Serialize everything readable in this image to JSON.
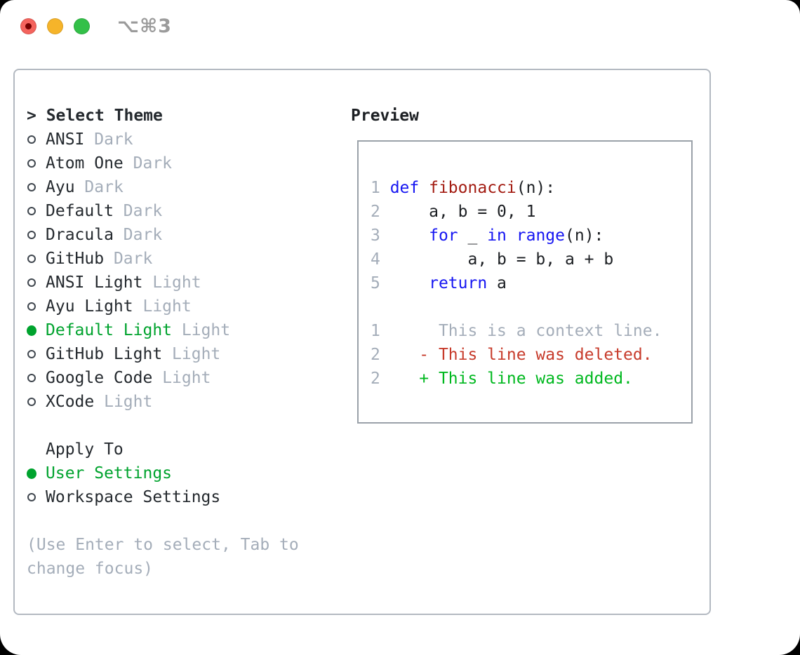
{
  "titlebar": {
    "shortcut": "⌥⌘3",
    "buttons": [
      {
        "name": "close",
        "color": "#f4635d",
        "has_dot": true,
        "dot_color": "#750000"
      },
      {
        "name": "minimize",
        "color": "#f6b42a",
        "has_dot": false
      },
      {
        "name": "zoom",
        "color": "#33c048",
        "has_dot": false
      }
    ]
  },
  "colors": {
    "accent_green": "#00a32e",
    "keyword_blue": "#1616f2",
    "function_red": "#a31c12",
    "deleted_red": "#c73b2b",
    "added_green": "#00b81f",
    "muted_gray": "#a4adb9",
    "text_dark": "#24292e"
  },
  "theme_selector": {
    "header_prefix": ">",
    "header": "Select Theme",
    "items": [
      {
        "name": "ANSI",
        "variant": "Dark",
        "selected": false
      },
      {
        "name": "Atom One",
        "variant": "Dark",
        "selected": false
      },
      {
        "name": "Ayu",
        "variant": "Dark",
        "selected": false
      },
      {
        "name": "Default",
        "variant": "Dark",
        "selected": false
      },
      {
        "name": "Dracula",
        "variant": "Dark",
        "selected": false
      },
      {
        "name": "GitHub",
        "variant": "Dark",
        "selected": false
      },
      {
        "name": "ANSI Light",
        "variant": "Light",
        "selected": false
      },
      {
        "name": "Ayu Light",
        "variant": "Light",
        "selected": false
      },
      {
        "name": "Default Light",
        "variant": "Light",
        "selected": true
      },
      {
        "name": "GitHub Light",
        "variant": "Light",
        "selected": false
      },
      {
        "name": "Google Code",
        "variant": "Light",
        "selected": false
      },
      {
        "name": "XCode",
        "variant": "Light",
        "selected": false
      }
    ]
  },
  "apply_to": {
    "header": "Apply To",
    "items": [
      {
        "label": "User Settings",
        "selected": true
      },
      {
        "label": "Workspace Settings",
        "selected": false
      }
    ]
  },
  "hint_lines": [
    "(Use Enter to select, Tab to",
    "change focus)"
  ],
  "preview": {
    "title": "Preview",
    "code_lines": [
      {
        "num": "1",
        "segments": [
          {
            "text": "def",
            "cls": "kw"
          },
          {
            "text": " ",
            "cls": "pl"
          },
          {
            "text": "fibonacci",
            "cls": "fn"
          },
          {
            "text": "(n):",
            "cls": "pl"
          }
        ]
      },
      {
        "num": "2",
        "segments": [
          {
            "text": "    a, b = 0, 1",
            "cls": "pl"
          }
        ]
      },
      {
        "num": "3",
        "segments": [
          {
            "text": "    ",
            "cls": "pl"
          },
          {
            "text": "for",
            "cls": "kw"
          },
          {
            "text": " _ ",
            "cls": "pl"
          },
          {
            "text": "in",
            "cls": "kw"
          },
          {
            "text": " ",
            "cls": "pl"
          },
          {
            "text": "range",
            "cls": "kw"
          },
          {
            "text": "(n):",
            "cls": "pl"
          }
        ]
      },
      {
        "num": "4",
        "segments": [
          {
            "text": "        a, b = b, a + b",
            "cls": "pl"
          }
        ]
      },
      {
        "num": "5",
        "segments": [
          {
            "text": "    ",
            "cls": "pl"
          },
          {
            "text": "return",
            "cls": "kw"
          },
          {
            "text": " a",
            "cls": "pl"
          }
        ]
      }
    ],
    "diff_lines": [
      {
        "num": "1",
        "text": "     This is a context line.",
        "type": "context"
      },
      {
        "num": "2",
        "text": "   - This line was deleted.",
        "type": "deleted"
      },
      {
        "num": "2",
        "text": "   + This line was added.",
        "type": "added"
      }
    ]
  }
}
